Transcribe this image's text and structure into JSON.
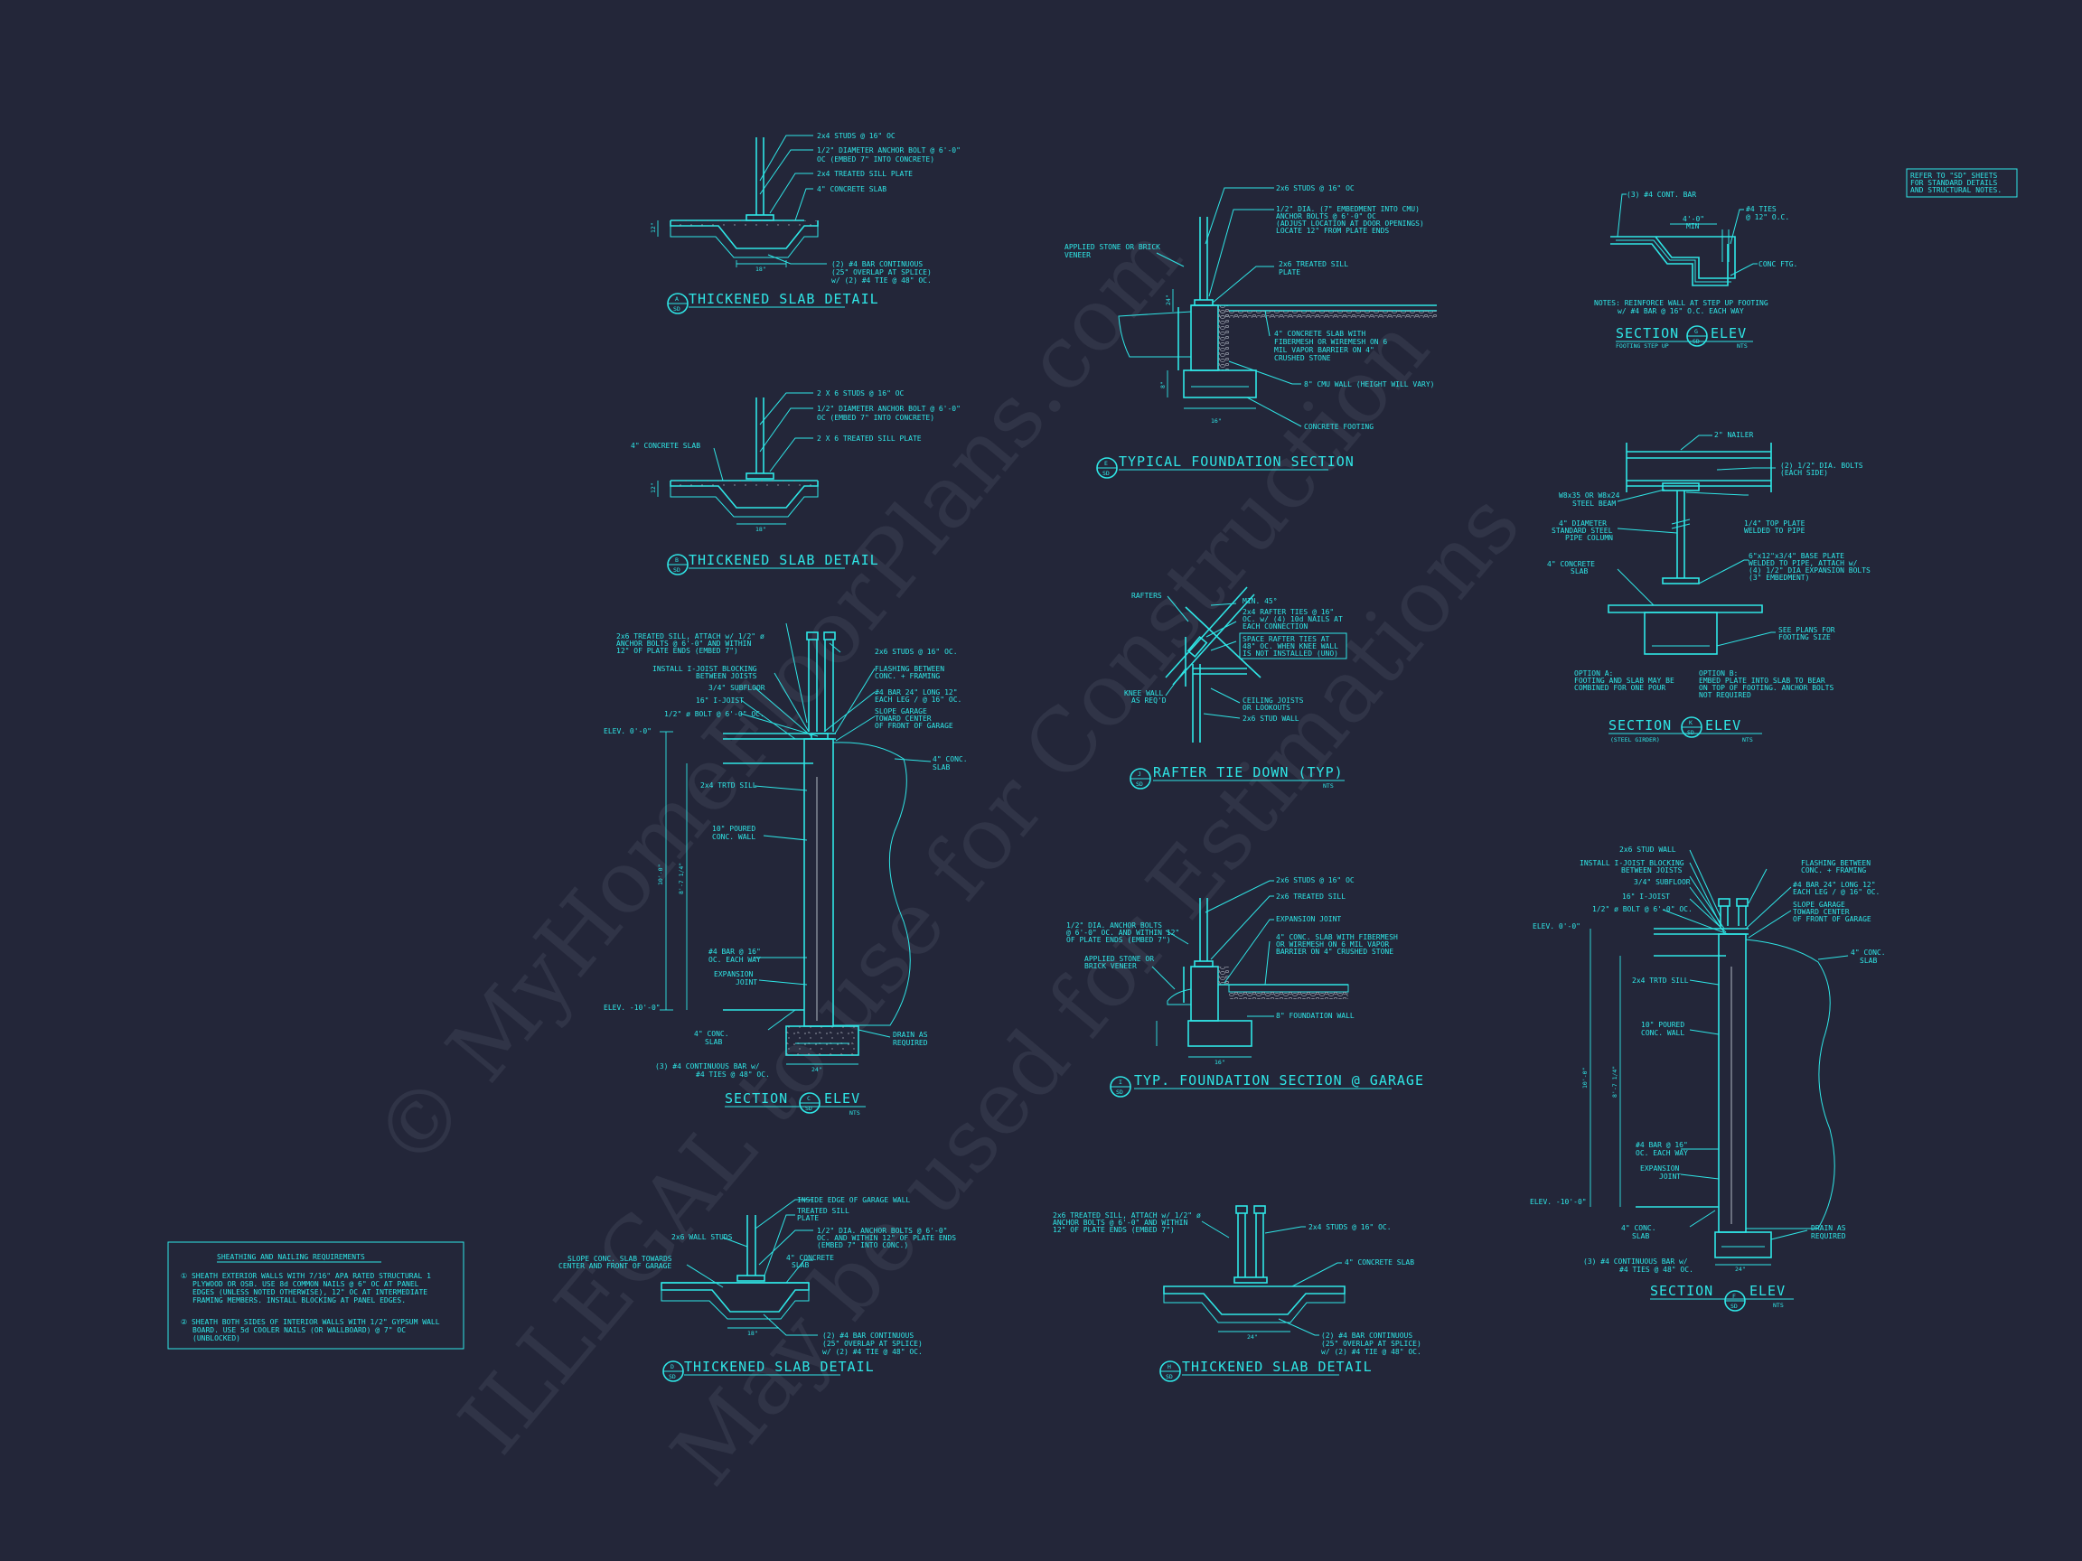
{
  "details": {
    "a": {
      "marker_letter": "A",
      "marker_sheet": "SD",
      "title": "THICKENED SLAB DETAIL",
      "notes": [
        "2x4 STUDS @ 16\" OC",
        "1/2\" DIAMETER ANCHOR BOLT @ 6'-0\"",
        "OC (EMBED 7\" INTO CONCRETE)",
        "2x4 TREATED SILL PLATE",
        "4\" CONCRETE SLAB",
        "(2) #4 BAR CONTINUOUS",
        "(25\" OVERLAP AT SPLICE)",
        "w/ (2) #4 TIE @ 48\" OC."
      ],
      "dim_width": "18\"",
      "dim_depth": "12\""
    },
    "b": {
      "marker_letter": "B",
      "marker_sheet": "SD",
      "title": "THICKENED SLAB DETAIL",
      "notes": [
        "2 X 6 STUDS @ 16\" OC",
        "1/2\" DIAMETER ANCHOR BOLT @ 6'-0\"",
        "OC (EMBED 7\" INTO CONCRETE)",
        "2 X 6 TREATED SILL PLATE",
        "4\" CONCRETE SLAB"
      ],
      "dim_width": "18\"",
      "dim_depth": "12\""
    },
    "c": {
      "marker_letter": "C",
      "marker_sheet": "SD",
      "title": "SECTION",
      "title_suffix": "ELEV",
      "scale": "NTS",
      "notes_left": [
        "2x6 TREATED SILL, ATTACH w/ 1/2\" ø",
        "ANCHOR BOLTS @ 6'-0\" AND WITHIN",
        "12\" OF PLATE ENDS (EMBED 7\")",
        "INSTALL I-JOIST BLOCKING",
        "BETWEEN JOISTS",
        "3/4\" SUBFLOOR",
        "16\" I-JOIST",
        "1/2\" ø BOLT @ 6'-0\" OC.",
        "ELEV. 0'-0\"",
        "2x4 TRTD SILL",
        "10\" POURED",
        "CONC. WALL",
        "#4 BAR @ 16\"",
        "OC. EACH WAY",
        "EXPANSION",
        "JOINT",
        "ELEV. -10'-0\"",
        "4\" CONC.",
        "SLAB",
        "(3) #4 CONTINUOUS BAR w/",
        "#4 TIES @ 48\" OC."
      ],
      "notes_right": [
        "2x6 STUDS @ 16\" OC.",
        "FLASHING BETWEEN",
        "CONC. + FRAMING",
        "#4 BAR 24\" LONG 12\"",
        "EACH LEG / @ 16\" OC.",
        "SLOPE GARAGE",
        "TOWARD CENTER",
        "OF FRONT OF GARAGE",
        "4\" CONC.",
        "SLAB",
        "DRAIN AS",
        "REQUIRED"
      ],
      "dim_height": "10'-0\"",
      "dim_inner": "8'-7 1/4\"",
      "dim_footing": "24\""
    },
    "d": {
      "marker_letter": "D",
      "marker_sheet": "SD",
      "title": "THICKENED SLAB DETAIL",
      "notes": [
        "INSIDE EDGE OF GARAGE WALL",
        "TREATED SILL",
        "PLATE",
        "1/2\" DIA. ANCHOR BOLTS @ 6'-0\"",
        "OC. AND WITHIN 12\" OF PLATE ENDS",
        "(EMBED 7\" INTO CONC.)",
        "4\" CONCRETE",
        "SLAB",
        "2x6 WALL STUDS",
        "SLOPE CONC. SLAB TOWARDS",
        "CENTER AND FRONT OF GARAGE",
        "(2) #4 BAR CONTINUOUS",
        "(25\" OVERLAP AT SPLICE)",
        "w/ (2) #4 TIE @ 48\" OC."
      ],
      "dim_width": "18\""
    },
    "e": {
      "marker_letter": "E",
      "marker_sheet": "SD",
      "title": "TYPICAL FOUNDATION SECTION",
      "notes": [
        "2x6 STUDS @ 16\" OC",
        "1/2\" DIA. (7\" EMBEDMENT INTO CMU)",
        "ANCHOR BOLTS @ 6'-0\" OC",
        "(ADJUST LOCATION AT DOOR OPENINGS)",
        "LOCATE 12\" FROM PLATE ENDS",
        "APPLIED STONE OR BRICK",
        "VENEER",
        "2x6 TREATED SILL",
        "PLATE",
        "4\" CONCRETE SLAB WITH",
        "FIBERMESH OR WIREMESH ON 6",
        "MIL VAPOR BARRIER ON 4\"",
        "CRUSHED STONE",
        "8\" CMU WALL (HEIGHT WILL VARY)",
        "CONCRETE FOOTING"
      ],
      "dim_width": "16\"",
      "dim_depth": "8\"",
      "dim_top": "24\""
    },
    "f": {
      "marker_letter": "F",
      "marker_sheet": "SD",
      "title": "SECTION",
      "title_suffix": "ELEV",
      "scale": "NTS",
      "notes_left": [
        "2x6 STUD WALL",
        "INSTALL I-JOIST BLOCKING",
        "BETWEEN JOISTS",
        "3/4\" SUBFLOOR",
        "16\" I-JOIST",
        "1/2\" ø BOLT @ 6'-0\" OC.",
        "ELEV. 0'-0\"",
        "2x4 TRTD SILL",
        "10\" POURED",
        "CONC. WALL",
        "#4 BAR @ 16\"",
        "OC. EACH WAY",
        "EXPANSION",
        "JOINT",
        "ELEV. -10'-0\"",
        "4\" CONC.",
        "SLAB",
        "(3) #4 CONTINUOUS BAR w/",
        "#4 TIES @ 48\" OC."
      ],
      "notes_right": [
        "FLASHING BETWEEN",
        "CONC. + FRAMING",
        "#4 BAR 24\" LONG 12\"",
        "EACH LEG / @ 16\" OC.",
        "SLOPE GARAGE",
        "TOWARD CENTER",
        "OF FRONT OF GARAGE",
        "4\" CONC.",
        "SLAB",
        "DRAIN AS",
        "REQUIRED"
      ],
      "dim_height": "10'-0\"",
      "dim_inner": "8'-7 1/4\"",
      "dim_footing": "24\""
    },
    "g": {
      "marker_letter": "G",
      "marker_sheet": "SD",
      "title": "SECTION",
      "title_suffix": "ELEV",
      "subtitle": "FOOTING STEP UP",
      "scale": "NTS",
      "notes": [
        "(3) #4 CONT. BAR",
        "#4 TIES",
        "@ 12\" O.C.",
        "4'-0\"",
        "MIN",
        "CONC FTG.",
        "NOTES: REINFORCE WALL AT STEP UP FOOTING",
        "w/ #4 BAR @ 16\" O.C. EACH WAY"
      ]
    },
    "h": {
      "marker_letter": "H",
      "marker_sheet": "SD",
      "title": "THICKENED SLAB DETAIL",
      "notes": [
        "2x6 TREATED SILL, ATTACH w/ 1/2\" ø",
        "ANCHOR BOLTS @ 6'-0\" AND WITHIN",
        "12\" OF PLATE ENDS (EMBED 7\")",
        "2x4 STUDS @ 16\" OC.",
        "4\" CONCRETE SLAB",
        "(2) #4 BAR CONTINUOUS",
        "(25\" OVERLAP AT SPLICE)",
        "w/ (2) #4 TIE @ 48\" OC."
      ],
      "dim_width": "24\""
    },
    "i": {
      "marker_letter": "I",
      "marker_sheet": "SD",
      "title": "TYP. FOUNDATION SECTION @ GARAGE",
      "notes": [
        "2x6 STUDS @ 16\" OC",
        "2x6 TREATED SILL",
        "EXPANSION JOINT",
        "1/2\" DIA. ANCHOR BOLTS",
        "@ 6'-0\" OC. AND WITHIN 12\"",
        "OF PLATE ENDS (EMBED 7\")",
        "4\" CONC. SLAB WITH FIBERMESH",
        "OR WIREMESH ON 6 MIL VAPOR",
        "BARRIER ON 4\" CRUSHED STONE",
        "APPLIED STONE OR",
        "BRICK VENEER",
        "8\" FOUNDATION WALL"
      ],
      "dim_width": "16\""
    },
    "j": {
      "marker_letter": "J",
      "marker_sheet": "SD",
      "title": "RAFTER TIE DOWN (TYP)",
      "scale": "NTS",
      "notes": [
        "RAFTERS",
        "MIN. 45°",
        "2x4 RAFTER TIES @ 16\"",
        "OC. w/ (4) 10d NAILS AT",
        "EACH CONNECTION",
        "SPACE RAFTER TIES AT",
        "48\" OC. WHEN KNEE WALL",
        "IS NOT INSTALLED (UNO)",
        "KNEE WALL",
        "AS REQ'D",
        "CEILING JOISTS",
        "OR LOOKOUTS",
        "2x6 STUD WALL"
      ]
    },
    "k": {
      "marker_letter": "K",
      "marker_sheet": "SD",
      "title": "SECTION",
      "title_suffix": "ELEV",
      "subtitle": "(STEEL GIRDER)",
      "scale": "NTS",
      "notes_left": [
        "W8x35 OR W8x24",
        "STEEL BEAM",
        "4\" DIAMETER",
        "STANDARD STEEL",
        "PIPE COLUMN",
        "4\" CONCRETE",
        "SLAB"
      ],
      "notes_right": [
        "2\" NAILER",
        "(2) 1/2\" DIA. BOLTS",
        "(EACH SIDE)",
        "1/4\" TOP PLATE",
        "WELDED TO PIPE",
        "6\"x12\"x3/4\" BASE PLATE",
        "WELDED TO PIPE, ATTACH w/",
        "(4) 1/2\" DIA EXPANSION BOLTS",
        "(3\" EMBEDMENT)",
        "SEE PLANS FOR",
        "FOOTING SIZE"
      ],
      "option_a": [
        "OPTION A:",
        "FOOTING AND SLAB MAY BE",
        "COMBINED FOR ONE POUR"
      ],
      "option_b": [
        "OPTION B:",
        "EMBED PLATE INTO SLAB TO BEAR",
        "ON TOP OF FOOTING. ANCHOR BOLTS",
        "NOT REQUIRED"
      ]
    }
  },
  "refer_note": [
    "REFER TO \"SD\" SHEETS",
    "FOR STANDARD DETAILS",
    "AND STRUCTURAL NOTES."
  ],
  "sheathing": {
    "title": "SHEATHING AND NAILING REQUIREMENTS",
    "note1": [
      "① SHEATH EXTERIOR WALLS WITH 7/16\" APA RATED STRUCTURAL 1",
      "PLYWOOD OR OSB. USE 8d COMMON NAILS @ 6\" OC AT PANEL",
      "EDGES (UNLESS NOTED OTHERWISE), 12\" OC AT INTERMEDIATE",
      "FRAMING MEMBERS. INSTALL BLOCKING AT PANEL EDGES."
    ],
    "note2": [
      "② SHEATH BOTH SIDES OF INTERIOR WALLS WITH 1/2\" GYPSUM WALL",
      "BOARD. USE 5d COOLER NAILS (OR WALLBOARD) @ 7\" OC",
      "(UNBLOCKED)"
    ]
  },
  "watermark": {
    "line1": "© MyHomeFloorPlans.com",
    "line2": "ILLEGAL to use for Construction",
    "line3": "May be used for Estimations"
  },
  "colors": {
    "background": "#232639",
    "line": "#2fe6e6",
    "hatch": "#9aa0ad"
  }
}
